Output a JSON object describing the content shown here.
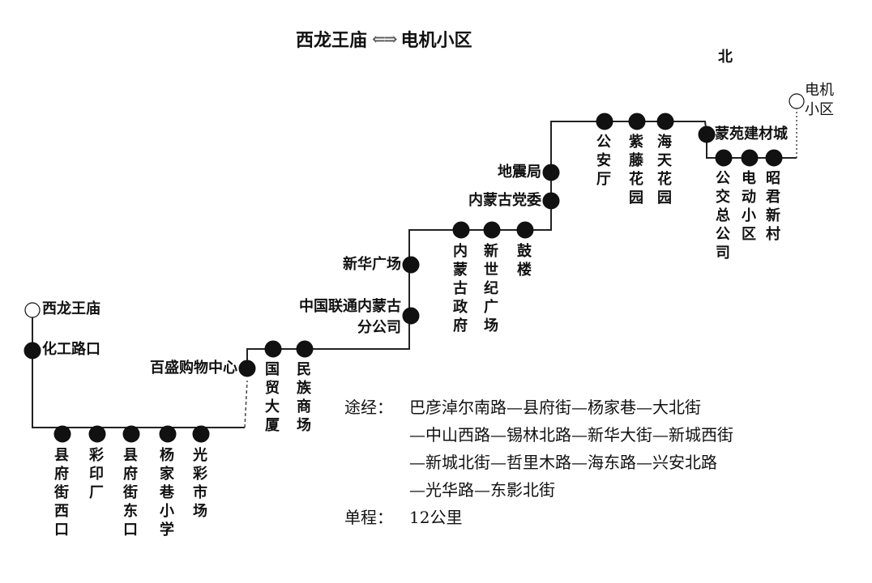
{
  "title": {
    "from": "西龙王庙",
    "arrow": "⇐⇒",
    "to": "电机小区"
  },
  "north_label": "北",
  "stops": [
    "西龙王庙",
    "化工路口",
    "县府街西口",
    "彩印厂",
    "县府街东口",
    "杨家巷小学",
    "光彩市场",
    "百盛购物中心",
    "国贸大厦",
    "民族商场",
    "中国联通内蒙古分公司",
    "新华广场",
    "内蒙古政府",
    "新世纪广场",
    "鼓楼",
    "内蒙古党委",
    "地震局",
    "公安厅",
    "紫藤花园",
    "海天花园",
    "蒙苑建材城",
    "公交总公司",
    "电动小区",
    "昭君新村",
    "电机小区"
  ],
  "terminal_stops": [
    0,
    24
  ],
  "info": {
    "route_label": "途经：",
    "route_lines": [
      "巴彦淖尔南路—县府街—杨家巷—大北街",
      "—中山西路—锡林北路—新华大街—新城西街",
      "—新城北街—哲里木路—海东路—兴安北路",
      "—光华路—东影北街"
    ],
    "distance_label": "单程：",
    "distance_value": "12公里"
  }
}
